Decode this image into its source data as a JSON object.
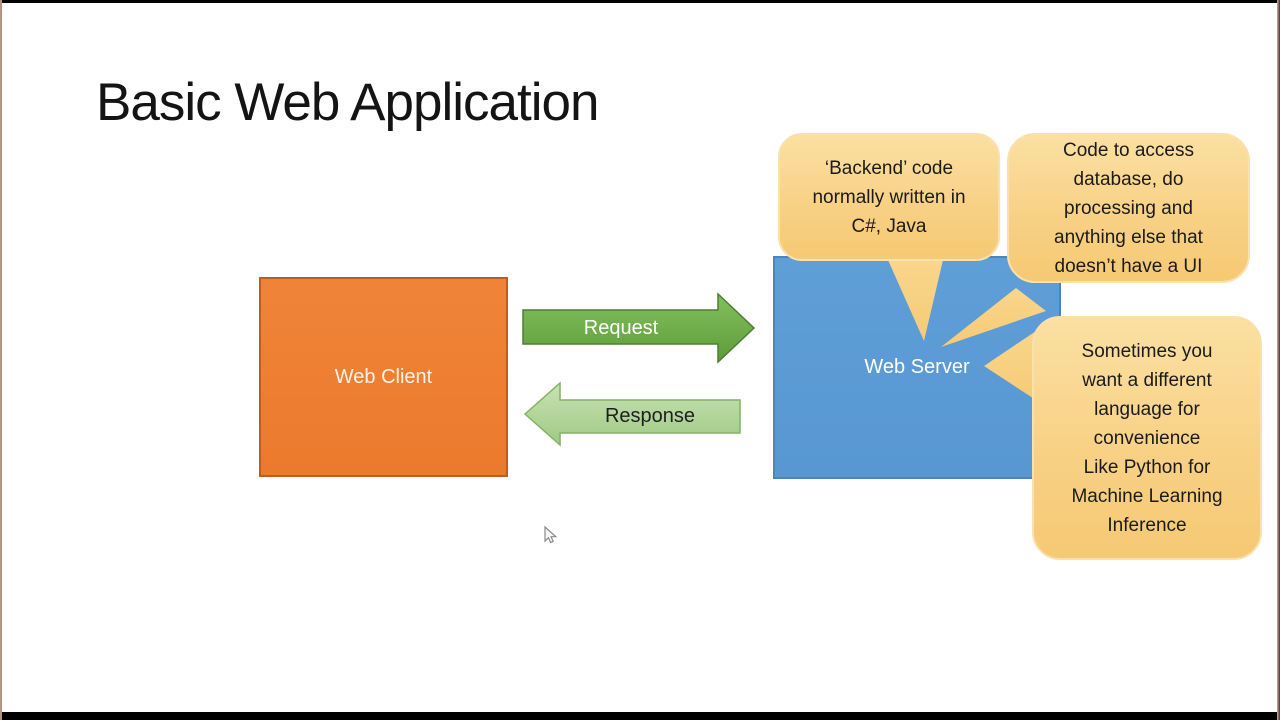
{
  "slide": {
    "title": "Basic Web Application",
    "client_box": {
      "label": "Web Client",
      "fill": "#ED7D31"
    },
    "server_box": {
      "label": "Web Server",
      "fill": "#5B9BD5"
    },
    "request_arrow": {
      "label": "Request",
      "fill": "#6FAD47"
    },
    "response_arrow": {
      "label": "Response",
      "fill": "#A9D18E"
    },
    "callouts": [
      {
        "id": "backend-code",
        "fill": "#F8D186",
        "text": "‘Backend’ code\nnormally written in\nC#, Java"
      },
      {
        "id": "code-purpose",
        "fill": "#F8D186",
        "text": "Code to access\ndatabase, do\nprocessing and\nanything else that\ndoesn’t have a UI"
      },
      {
        "id": "language-choice",
        "fill": "#F8D186",
        "text": "Sometimes you\nwant a different\nlanguage for\nconvenience\nLike Python for\nMachine Learning\nInference"
      }
    ]
  }
}
